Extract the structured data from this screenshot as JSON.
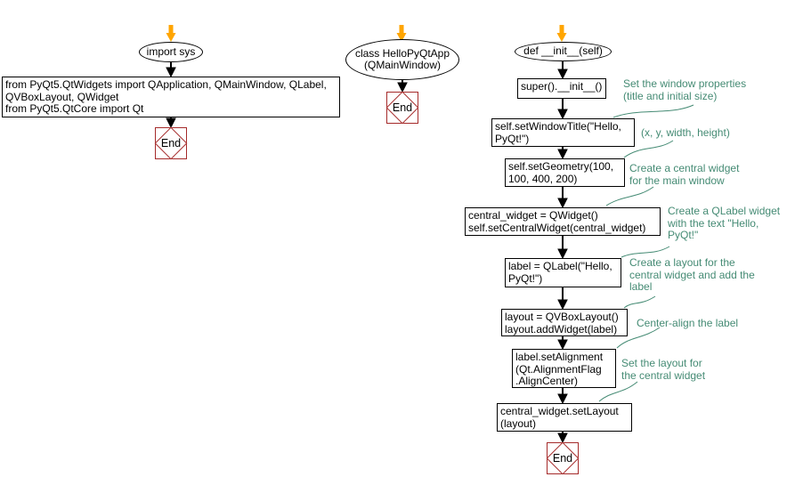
{
  "colors": {
    "annotation_text": "#458B74",
    "end_terminal_border": "#A52A2A",
    "entry_arrow": "#FFA500",
    "flow_arrow": "#000000",
    "node_border": "#000000",
    "background": "#ffffff"
  },
  "icons": {
    "entry_arrow": "orange-down-arrow",
    "flow_arrow": "black-down-arrow",
    "end_terminal": "diamond-in-square"
  },
  "flowcharts": {
    "imports": {
      "start": "import sys",
      "body": "from PyQt5.QtWidgets import QApplication, QMainWindow, QLabel,\nQVBoxLayout, QWidget\nfrom PyQt5.QtCore import Qt",
      "end": "End"
    },
    "class_def": {
      "start": "class HelloPyQtApp\n(QMainWindow)",
      "end": "End"
    },
    "init_method": {
      "start": "def __init__(self)",
      "steps": [
        "super().__init__()",
        "self.setWindowTitle(\"Hello,\nPyQt!\")",
        "self.setGeometry(100,\n100, 400, 200)",
        "central_widget = QWidget()\nself.setCentralWidget(central_widget)",
        "label = QLabel(\"Hello,\nPyQt!\")",
        "layout = QVBoxLayout()\nlayout.addWidget(label)",
        "label.setAlignment\n(Qt.AlignmentFlag\n.AlignCenter)",
        "central_widget.setLayout\n(layout)"
      ],
      "end": "End",
      "annotations": [
        "Set the window properties\n(title and initial size)",
        "(x, y, width, height)",
        "Create a central widget\nfor the main window",
        "Create a QLabel widget\nwith the text \"Hello,\nPyQt!\"",
        "Create a layout for the\ncentral widget and add the\nlabel",
        "Center-align the label",
        "Set the layout for\nthe central widget"
      ]
    }
  }
}
